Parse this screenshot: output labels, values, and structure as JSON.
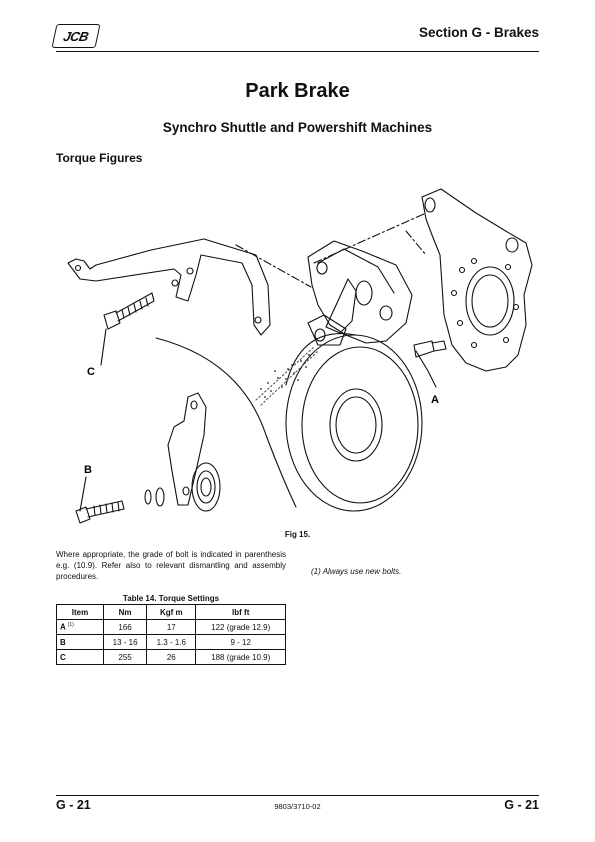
{
  "header": {
    "logo_text": "JCB",
    "section_title": "Section G - Brakes"
  },
  "page_title": "Park Brake",
  "subtitle": "Synchro Shuttle and Powershift Machines",
  "heading": "Torque Figures",
  "figure": {
    "callouts": {
      "a": "A",
      "b": "B",
      "c": "C"
    },
    "caption": "Fig 15."
  },
  "note_text": "Where appropriate, the grade of bolt is indicated in parenthesis e.g. (10.9). Refer also to relevant dismantling and assembly procedures.",
  "footnote": "(1)    Always use new bolts.",
  "table": {
    "caption": "Table 14. Torque Settings",
    "headers": [
      "Item",
      "Nm",
      "Kgf m",
      "lbf ft"
    ],
    "rows": [
      {
        "item": "A",
        "sup": "(1)",
        "nm": "166",
        "kgfm": "17",
        "lbfft": "122 (grade 12.9)"
      },
      {
        "item": "B",
        "sup": "",
        "nm": "13 - 16",
        "kgfm": "1.3 - 1.6",
        "lbfft": "9 - 12"
      },
      {
        "item": "C",
        "sup": "",
        "nm": "255",
        "kgfm": "26",
        "lbfft": "188 (grade 10.9)"
      }
    ]
  },
  "footer": {
    "page_left": "G - 21",
    "doc_number": "9803/3710-02",
    "page_right": "G - 21"
  }
}
